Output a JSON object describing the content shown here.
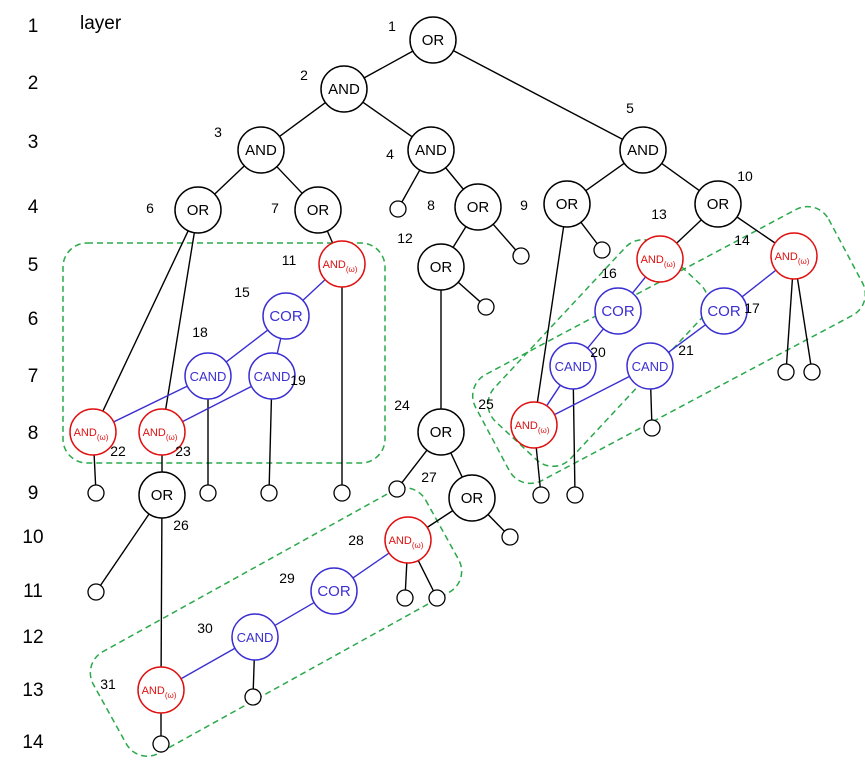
{
  "header": {
    "layer_title": "layer"
  },
  "layers": [
    "1",
    "2",
    "3",
    "4",
    "5",
    "6",
    "7",
    "8",
    "9",
    "10",
    "11",
    "12",
    "13",
    "14"
  ],
  "node_types": {
    "OR": {
      "label": "OR",
      "color": "#000000"
    },
    "AND": {
      "label": "AND",
      "color": "#000000"
    },
    "COR": {
      "label": "COR",
      "color": "#3b2fd1"
    },
    "CAND": {
      "label": "CAND",
      "color": "#3b2fd1"
    },
    "ANDW": {
      "label": "AND",
      "subscript": "(ω)",
      "color": "#e01010"
    }
  },
  "nodes": [
    {
      "id": "1",
      "type": "OR",
      "num": "1"
    },
    {
      "id": "2",
      "type": "AND",
      "num": "2"
    },
    {
      "id": "3",
      "type": "AND",
      "num": "3"
    },
    {
      "id": "4",
      "type": "AND",
      "num": "4"
    },
    {
      "id": "5",
      "type": "AND",
      "num": "5"
    },
    {
      "id": "6",
      "type": "OR",
      "num": "6"
    },
    {
      "id": "7",
      "type": "OR",
      "num": "7"
    },
    {
      "id": "8",
      "type": "OR",
      "num": "8"
    },
    {
      "id": "9",
      "type": "OR",
      "num": "9"
    },
    {
      "id": "10",
      "type": "OR",
      "num": "10"
    },
    {
      "id": "11",
      "type": "ANDW",
      "num": "11"
    },
    {
      "id": "12",
      "type": "OR",
      "num": "12"
    },
    {
      "id": "13",
      "type": "ANDW",
      "num": "13"
    },
    {
      "id": "14",
      "type": "ANDW",
      "num": "14"
    },
    {
      "id": "15",
      "type": "COR",
      "num": "15"
    },
    {
      "id": "16",
      "type": "COR",
      "num": "16"
    },
    {
      "id": "17",
      "type": "COR",
      "num": "17"
    },
    {
      "id": "18",
      "type": "CAND",
      "num": "18"
    },
    {
      "id": "19",
      "type": "CAND",
      "num": "19"
    },
    {
      "id": "20",
      "type": "CAND",
      "num": "20"
    },
    {
      "id": "21",
      "type": "CAND",
      "num": "21"
    },
    {
      "id": "22",
      "type": "ANDW",
      "num": "22"
    },
    {
      "id": "23",
      "type": "ANDW",
      "num": "23"
    },
    {
      "id": "24",
      "type": "OR",
      "num": "24"
    },
    {
      "id": "25",
      "type": "ANDW",
      "num": "25"
    },
    {
      "id": "26",
      "type": "OR",
      "num": "26"
    },
    {
      "id": "27",
      "type": "OR",
      "num": "27"
    },
    {
      "id": "28",
      "type": "ANDW",
      "num": "28"
    },
    {
      "id": "29",
      "type": "COR",
      "num": "29"
    },
    {
      "id": "30",
      "type": "CAND",
      "num": "30"
    },
    {
      "id": "31",
      "type": "ANDW",
      "num": "31"
    }
  ],
  "edges": [
    [
      "1",
      "2",
      "black"
    ],
    [
      "1",
      "5",
      "black"
    ],
    [
      "2",
      "3",
      "black"
    ],
    [
      "2",
      "4",
      "black"
    ],
    [
      "3",
      "6",
      "black"
    ],
    [
      "3",
      "7",
      "black"
    ],
    [
      "4",
      "l4a",
      "black"
    ],
    [
      "4",
      "8",
      "black"
    ],
    [
      "5",
      "9",
      "black"
    ],
    [
      "5",
      "10",
      "black"
    ],
    [
      "6",
      "22",
      "black"
    ],
    [
      "6",
      "23",
      "black"
    ],
    [
      "7",
      "11",
      "black"
    ],
    [
      "8",
      "12",
      "black"
    ],
    [
      "8",
      "l8a",
      "black"
    ],
    [
      "9",
      "l9a",
      "black"
    ],
    [
      "9",
      "25",
      "black"
    ],
    [
      "10",
      "13",
      "black"
    ],
    [
      "10",
      "14",
      "black"
    ],
    [
      "11",
      "15",
      "blue"
    ],
    [
      "11",
      "l11a",
      "black"
    ],
    [
      "12",
      "l12a",
      "black"
    ],
    [
      "12",
      "24",
      "black"
    ],
    [
      "13",
      "16",
      "blue"
    ],
    [
      "14",
      "17",
      "blue"
    ],
    [
      "14",
      "l14a",
      "black"
    ],
    [
      "14",
      "l14b",
      "black"
    ],
    [
      "15",
      "18",
      "blue"
    ],
    [
      "15",
      "19",
      "blue"
    ],
    [
      "16",
      "20",
      "blue"
    ],
    [
      "17",
      "21",
      "blue"
    ],
    [
      "18",
      "22",
      "blue"
    ],
    [
      "18",
      "l18a",
      "black"
    ],
    [
      "19",
      "23",
      "blue"
    ],
    [
      "19",
      "l19a",
      "black"
    ],
    [
      "20",
      "25",
      "blue"
    ],
    [
      "20",
      "l20a",
      "black"
    ],
    [
      "21",
      "25",
      "blue"
    ],
    [
      "21",
      "l21a",
      "black"
    ],
    [
      "22",
      "l22a",
      "black"
    ],
    [
      "23",
      "26",
      "black"
    ],
    [
      "24",
      "l24a",
      "black"
    ],
    [
      "24",
      "27",
      "black"
    ],
    [
      "25",
      "l25a",
      "black"
    ],
    [
      "26",
      "l26a",
      "black"
    ],
    [
      "26",
      "31",
      "black"
    ],
    [
      "27",
      "28",
      "black"
    ],
    [
      "27",
      "l27a",
      "black"
    ],
    [
      "28",
      "29",
      "blue"
    ],
    [
      "28",
      "l28a",
      "black"
    ],
    [
      "28",
      "l28b",
      "black"
    ],
    [
      "29",
      "30",
      "blue"
    ],
    [
      "30",
      "31",
      "blue"
    ],
    [
      "30",
      "l30a",
      "black"
    ],
    [
      "31",
      "l31a",
      "black"
    ]
  ],
  "colors": {
    "tree_edge": "#000000",
    "conflict_edge": "#3b2fd1",
    "weighted": "#e01010",
    "conflict_node": "#3b2fd1",
    "group_outline": "#2aa84a"
  }
}
